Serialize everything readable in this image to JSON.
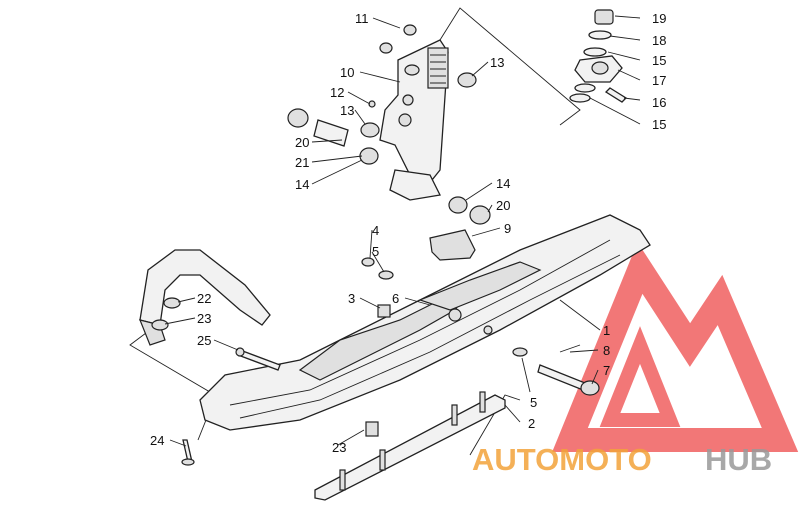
{
  "callouts": [
    {
      "id": "c11",
      "text": "11"
    },
    {
      "id": "c10",
      "text": "10"
    },
    {
      "id": "c12",
      "text": "12"
    },
    {
      "id": "c13a",
      "text": "13"
    },
    {
      "id": "c13b",
      "text": "13"
    },
    {
      "id": "c20a",
      "text": "20"
    },
    {
      "id": "c21",
      "text": "21"
    },
    {
      "id": "c14a",
      "text": "14"
    },
    {
      "id": "c14b",
      "text": "14"
    },
    {
      "id": "c20b",
      "text": "20"
    },
    {
      "id": "c9",
      "text": "9"
    },
    {
      "id": "c4",
      "text": "4"
    },
    {
      "id": "c5a",
      "text": "5"
    },
    {
      "id": "c3",
      "text": "3"
    },
    {
      "id": "c6",
      "text": "6"
    },
    {
      "id": "c22",
      "text": "22"
    },
    {
      "id": "c23a",
      "text": "23"
    },
    {
      "id": "c25",
      "text": "25"
    },
    {
      "id": "c1",
      "text": "1"
    },
    {
      "id": "c8",
      "text": "8"
    },
    {
      "id": "c7",
      "text": "7"
    },
    {
      "id": "c5b",
      "text": "5"
    },
    {
      "id": "c2",
      "text": "2"
    },
    {
      "id": "c24",
      "text": "24"
    },
    {
      "id": "c23b",
      "text": "23"
    },
    {
      "id": "c19",
      "text": "19"
    },
    {
      "id": "c18",
      "text": "18"
    },
    {
      "id": "c15a",
      "text": "15"
    },
    {
      "id": "c17",
      "text": "17"
    },
    {
      "id": "c16",
      "text": "16"
    },
    {
      "id": "c15b",
      "text": "15"
    }
  ],
  "watermark": {
    "part1": "AUTOMOTO",
    "part2": "HUB",
    "color1": "#f3a33a",
    "color2": "#9a9a9a",
    "logo_color": "#ee4a4a"
  }
}
